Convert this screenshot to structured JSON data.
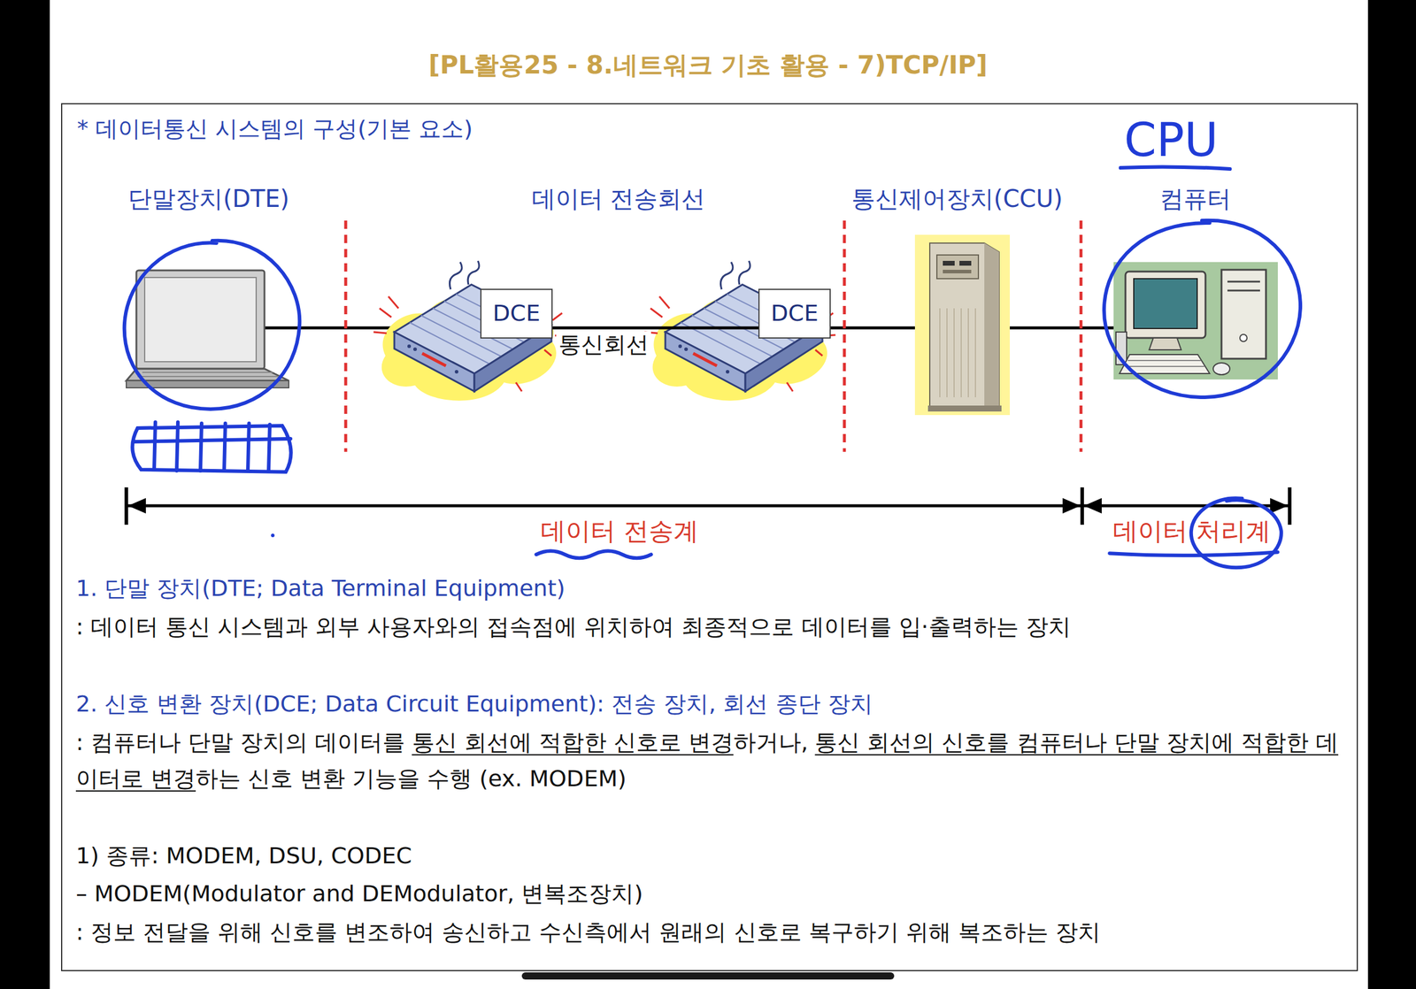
{
  "diagram": {
    "title": "[PL활용25 - 8.네트워크 기초 활용 - 7)TCP/IP]",
    "nodes": [
      {
        "text": [
          "DCE"
        ]
      },
      {
        "text": [
          "DCE"
        ]
      }
    ],
    "edges": [
      {
        "from": 0,
        "to": 1,
        "label": "통신회선",
        "arrow": "none"
      }
    ],
    "labels": [
      "* 데이터통신 시스템의 구성(기본 요소)",
      "CPU",
      "단말장치(DTE)",
      "데이터 전송회선",
      "통신제어장치(CCU)",
      "컴퓨터",
      "데이터 전송계",
      "데이터 처리계",
      "1. 단말 장치(DTE; Data Terminal Equipment)",
      ": 데이터 통신 시스템과 외부 사용자와의 접속점에 위치하여 최종적으로 데이터를 입·출력하는 장치",
      "2. 신호 변환 장치(DCE; Data Circuit Equipment): 전송 장치, 회선 종단 장치",
      ": 컴퓨터나 단말 장치의 데이터를",
      "통신 회선에 적합한 신호로 변경",
      "하거나,",
      "통신 회선의 신호를 컴퓨터나 단말 장치에 적합한 데이터로 변경",
      "하는 신호 변환 기능을 수행 (ex. MODEM)",
      "1) 종류: MODEM, DSU, CODEC",
      "– MODEM(Modulator and DEModulator, 변복조장치)",
      ": 정보 전달을 위해 신호를 변조하여 송신하고 수신측에서 원래의 신호로 복구하기 위해 복조하는 장치"
    ]
  }
}
